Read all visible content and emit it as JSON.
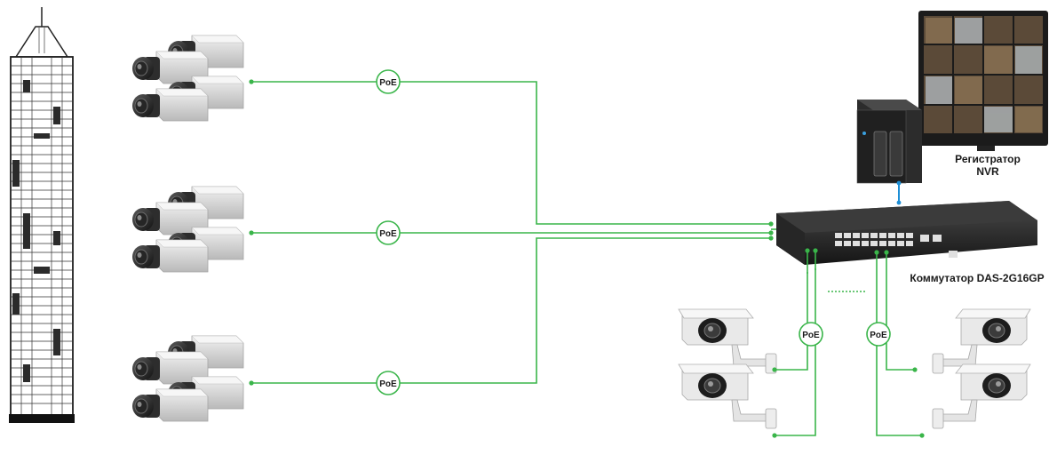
{
  "labels": {
    "poe": "PoE",
    "nvr_line1": "Регистратор",
    "nvr_line2": "NVR",
    "switch": "Коммутатор DAS-2G16GP"
  },
  "icons": {
    "building": "skyscraper-icon",
    "box_camera_group": "box-camera-group-icon",
    "dome_camera": "outdoor-housing-camera-icon",
    "switch": "network-switch-icon",
    "nvr": "nvr-recorder-icon",
    "monitor": "cctv-monitor-icon"
  },
  "colors": {
    "cable": "#3ab54a",
    "nvr_link": "#1e8fd6",
    "poe_badge_border": "#3ab54a",
    "device_dark": "#2a2a2a",
    "camera_body": "#d7d7d7"
  }
}
